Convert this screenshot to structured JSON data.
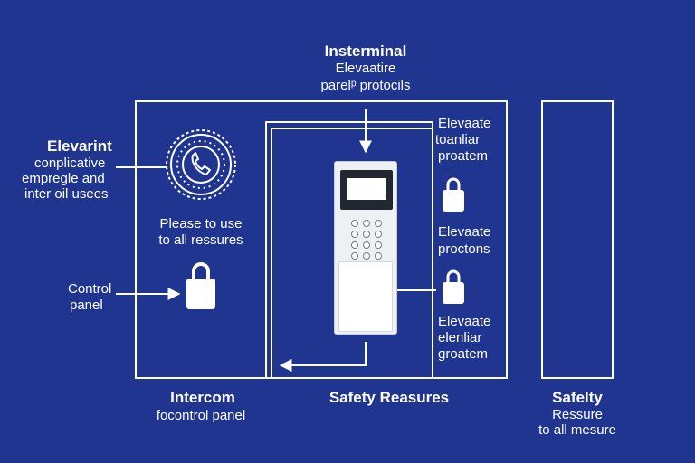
{
  "top": {
    "title": "Insterminal",
    "line1": "Elevaatire",
    "line2": "parelᵖ protocils"
  },
  "left_group": {
    "title": "Elevarint",
    "line1": "conplicative",
    "line2": "empregle and",
    "line3": "inter oil usees"
  },
  "middle_text": {
    "line1": "Please to use",
    "line2": "to all ressures"
  },
  "control": {
    "line1": "Control",
    "line2": "panel"
  },
  "right_labels": [
    {
      "line1": "Elevaate",
      "line2": "toanliar",
      "line3": "proatem"
    },
    {
      "line1": "Elevaate",
      "line2": "proctons"
    },
    {
      "line1": "Elevaate",
      "line2": "elenliar",
      "line3": "groatem"
    }
  ],
  "bottom": {
    "intercom_title": "Intercom",
    "intercom_sub": "focontrol panel",
    "safety_title": "Safety Reasures",
    "safety2_title": "Safelty",
    "safety2_line1": "Ressure",
    "safety2_line2": "to all mesure"
  },
  "icons": {
    "phone_badge": "phone-badge-icon",
    "lock": "padlock-icon"
  },
  "colors": {
    "background": "#1f3590",
    "line": "#ffffff",
    "device_body": "#eef1f4",
    "device_screen": "#222831"
  }
}
